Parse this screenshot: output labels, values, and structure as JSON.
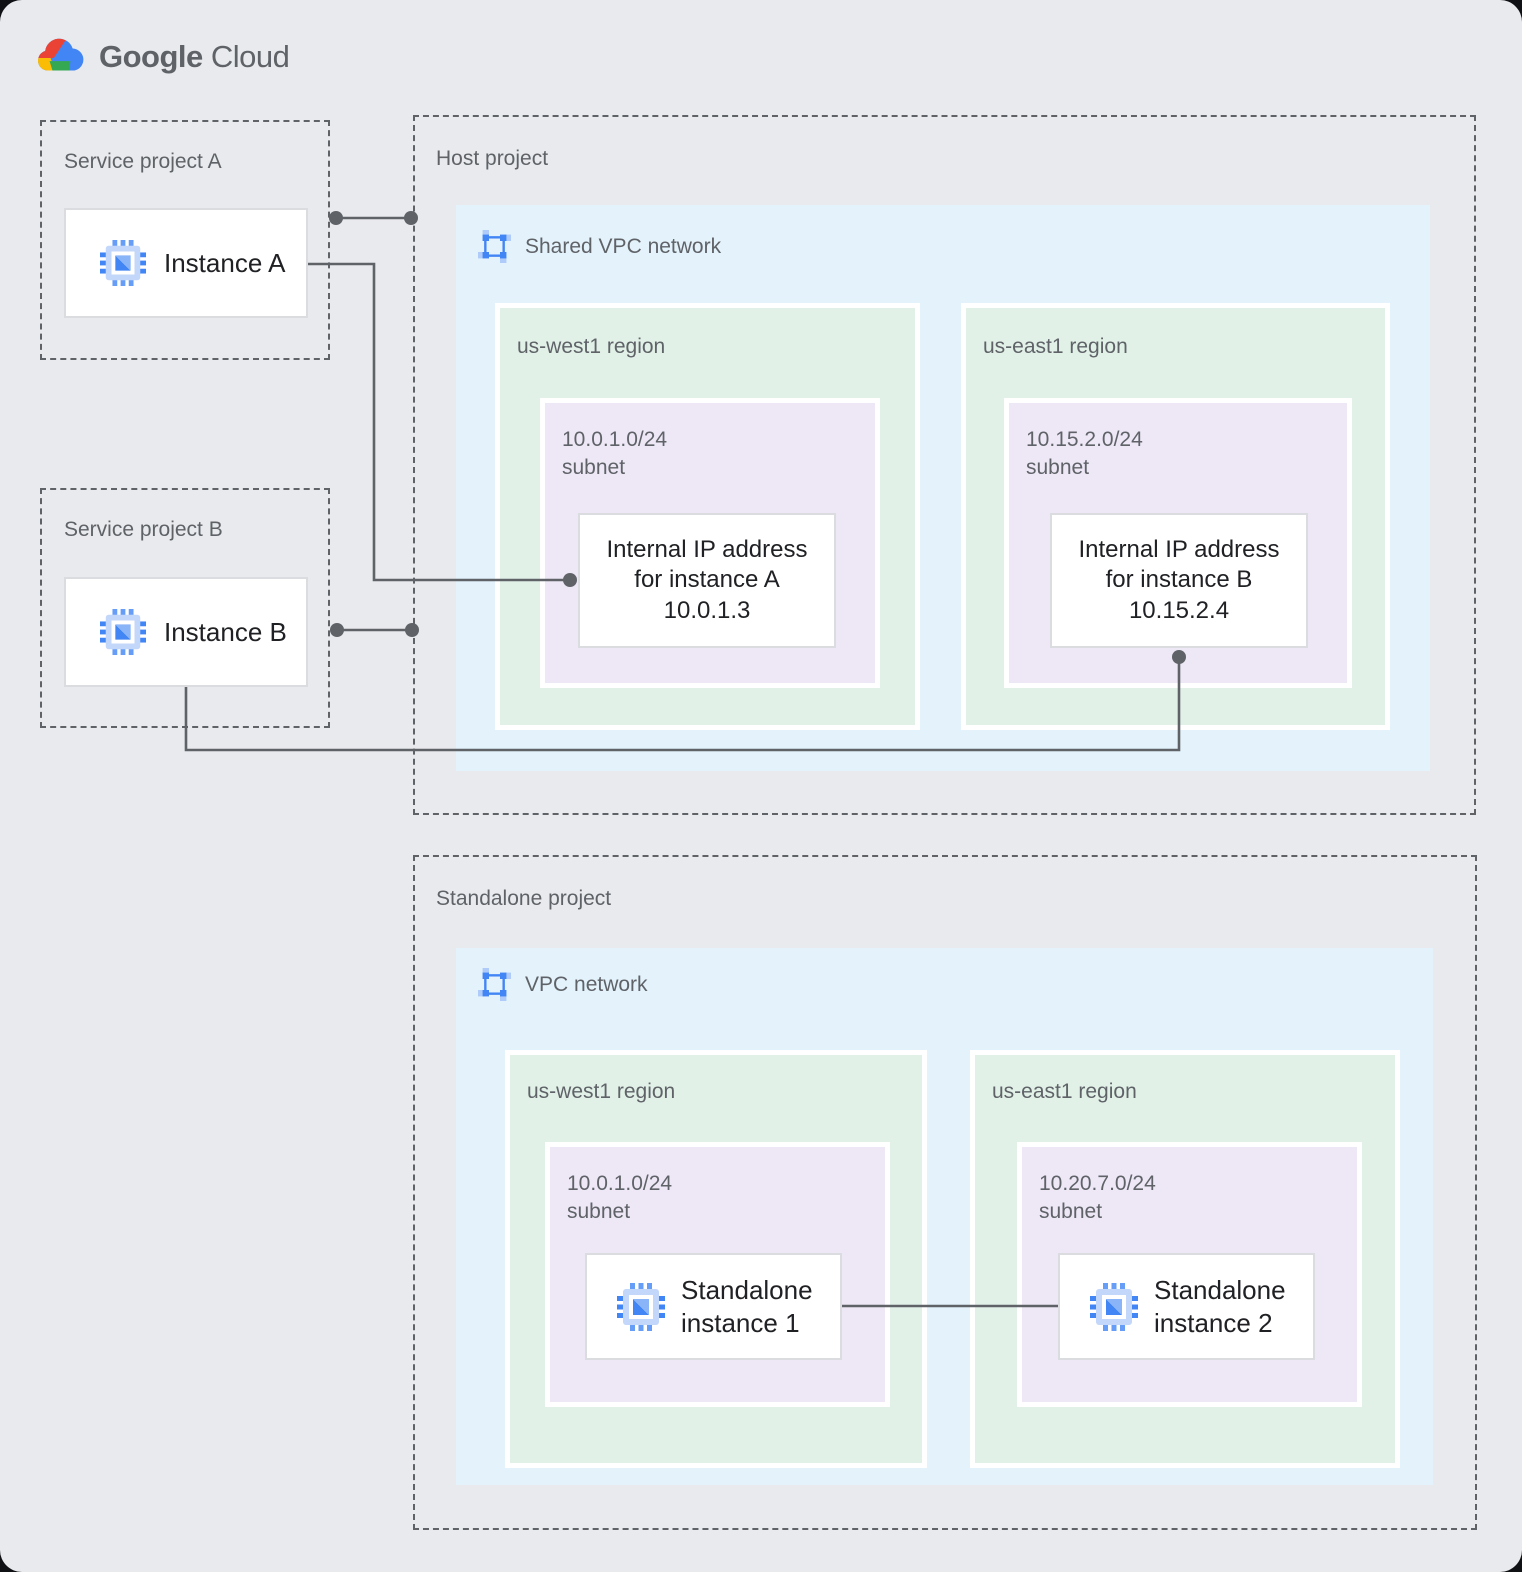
{
  "logo": {
    "google": "Google",
    "cloud": "Cloud"
  },
  "colors": {
    "background": "#E8EAED",
    "network_fill": "#E4F2FB",
    "region_fill": "#E2F1E8",
    "subnet_fill": "#EDE7F6",
    "connector": "#5F6368",
    "label_text": "#5F6368",
    "dark_text": "#202124",
    "card_border": "#DADCE0",
    "google_blue": "#4285F4",
    "google_red": "#EA4335",
    "google_yellow": "#FBBC05",
    "google_green": "#34A853"
  },
  "service_project_a": {
    "label": "Service project A",
    "instance_label": "Instance A"
  },
  "service_project_b": {
    "label": "Service project B",
    "instance_label": "Instance B"
  },
  "host_project": {
    "label": "Host project",
    "network_label": "Shared VPC network",
    "regions": [
      {
        "label": "us-west1 region",
        "subnet_cidr": "10.0.1.0/24",
        "subnet_word": "subnet",
        "ip_box": {
          "line1": "Internal IP address",
          "line2": "for instance A",
          "line3": "10.0.1.3"
        }
      },
      {
        "label": "us-east1 region",
        "subnet_cidr": "10.15.2.0/24",
        "subnet_word": "subnet",
        "ip_box": {
          "line1": "Internal IP address",
          "line2": "for instance B",
          "line3": "10.15.2.4"
        }
      }
    ]
  },
  "standalone_project": {
    "label": "Standalone project",
    "network_label": "VPC network",
    "regions": [
      {
        "label": "us-west1 region",
        "subnet_cidr": "10.0.1.0/24",
        "subnet_word": "subnet",
        "instance": {
          "line1": "Standalone",
          "line2": "instance 1"
        }
      },
      {
        "label": "us-east1 region",
        "subnet_cidr": "10.20.7.0/24",
        "subnet_word": "subnet",
        "instance": {
          "line1": "Standalone",
          "line2": "instance 2"
        }
      }
    ]
  }
}
